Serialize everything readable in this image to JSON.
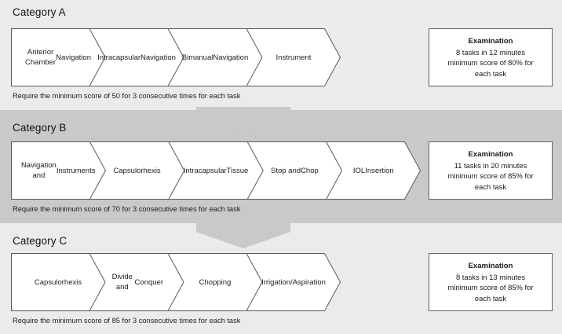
{
  "diagram": {
    "title_prefix": "Category",
    "background_light": "#ebebeb",
    "background_dark": "#c9c9c9",
    "box_fill": "#ffffff",
    "stroke": "#595959",
    "categories": [
      {
        "id": "a",
        "title": "Category A",
        "steps": [
          {
            "line1": "Anterior Chamber",
            "line2": "Navigation"
          },
          {
            "line1": "Intracapsular",
            "line2": "Navigation"
          },
          {
            "line1": "Bimanual",
            "line2": "Navigation"
          },
          {
            "line1": "Instrument",
            "line2": ""
          }
        ],
        "note": "Require the minimum score of 50 for 3 consecutive times for each task",
        "exam": {
          "title": "Examination",
          "line1": "8 tasks in 12 minutes",
          "line2": "minimum score of 80% for",
          "line3": "each task"
        }
      },
      {
        "id": "b",
        "title": "Category B",
        "steps": [
          {
            "line1": "Navigation and",
            "line2": "Instruments"
          },
          {
            "line1": "Capsulorhexis",
            "line2": ""
          },
          {
            "line1": "Intracapsular",
            "line2": "Tissue"
          },
          {
            "line1": "Stop and",
            "line2": "Chop"
          },
          {
            "line1": "IOL",
            "line2": "Insertion"
          }
        ],
        "note": "Require the minimum score of 70 for 3 consecutive times for each task",
        "exam": {
          "title": "Examination",
          "line1": "11 tasks in 20 minutes",
          "line2": "minimum score of 85% for",
          "line3": "each task"
        }
      },
      {
        "id": "c",
        "title": "Category C",
        "steps": [
          {
            "line1": "Capsulorhexis",
            "line2": ""
          },
          {
            "line1": "Divide and",
            "line2": "Conquer"
          },
          {
            "line1": "Chopping",
            "line2": ""
          },
          {
            "line1": "Irrigation/",
            "line2": "Aspiration"
          }
        ],
        "note": "Require the minimum score of 85 for 3 consecutive times for each task",
        "exam": {
          "title": "Examination",
          "line1": "8 tasks in 13 minutes",
          "line2": "minimum score of 85% for",
          "line3": "each task"
        }
      }
    ],
    "connectors": [
      {
        "name": "arrow-a-to-b"
      },
      {
        "name": "arrow-b-to-c"
      }
    ]
  }
}
